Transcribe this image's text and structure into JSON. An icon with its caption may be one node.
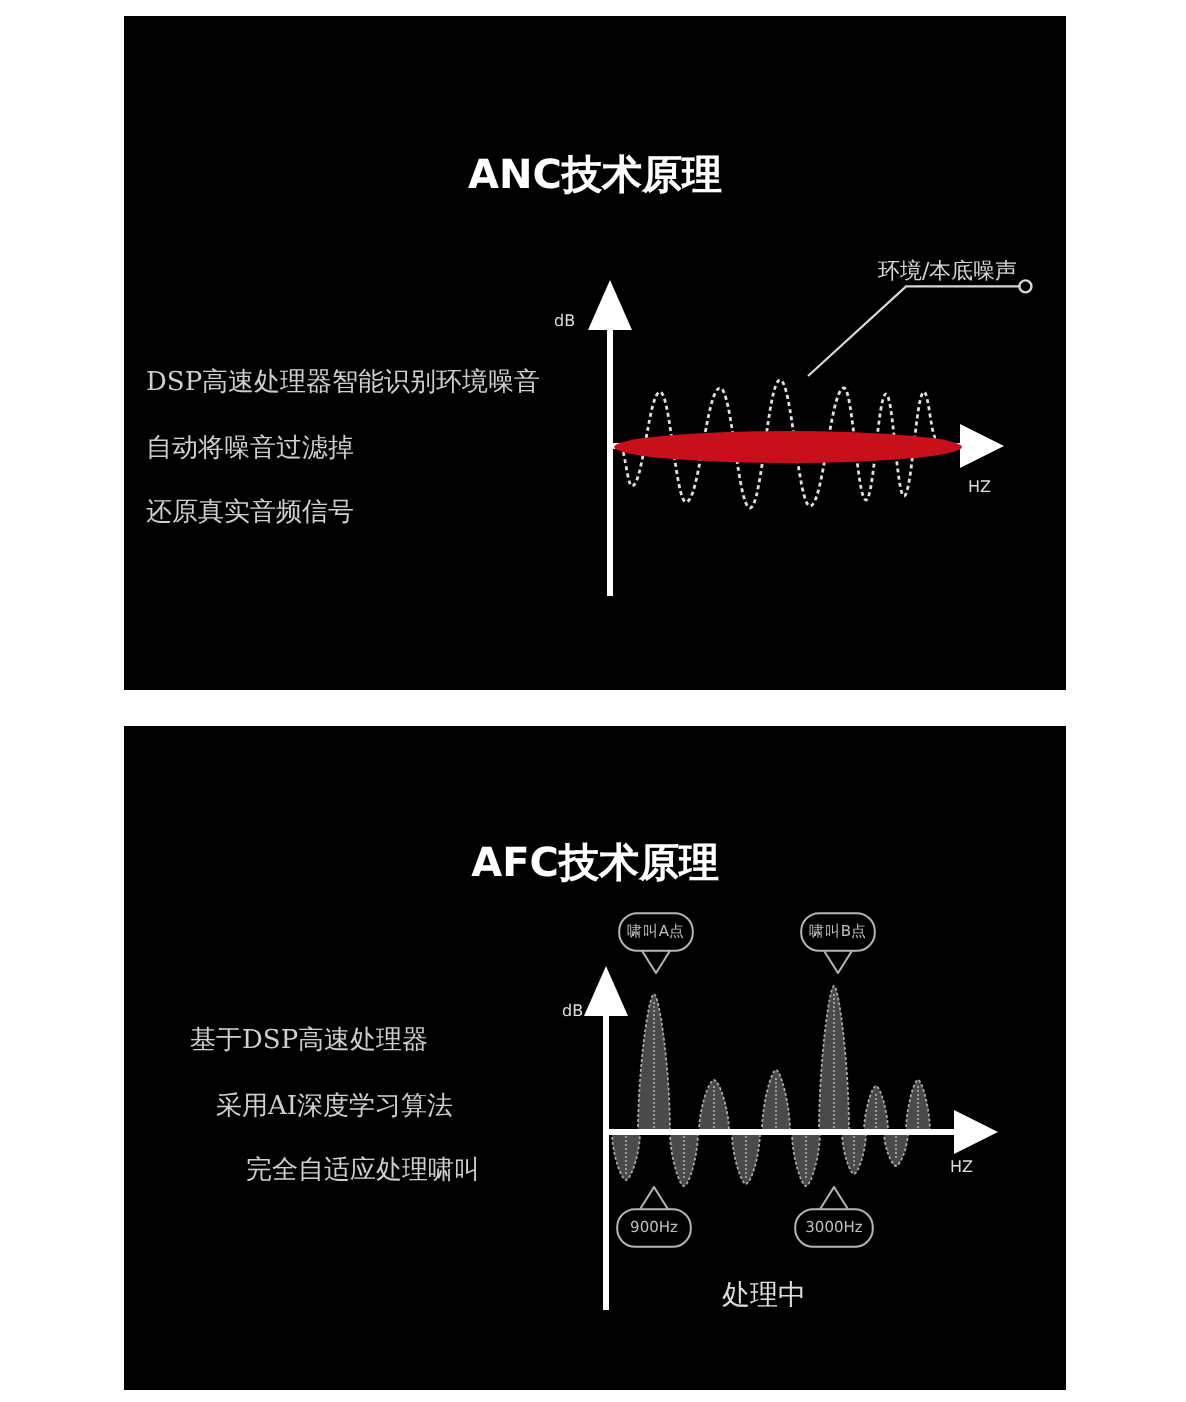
{
  "diagram": {
    "nodes": [
      {
        "text": [
          "ANC技术原理"
        ]
      },
      {
        "text": [
          "环境/本底噪声"
        ],
        "in": 0
      },
      {
        "text": [],
        "shape": "wave",
        "in": 0
      },
      {
        "text": [
          "AFC技术原理"
        ]
      },
      {
        "text": [
          "啸叫A点"
        ],
        "in": 3
      },
      {
        "text": [
          "啸叫B点"
        ],
        "in": 3
      },
      {
        "text": [
          "900Hz"
        ],
        "in": 3
      },
      {
        "text": [
          "3000Hz"
        ],
        "in": 3
      }
    ],
    "edges": [
      {
        "from": 1,
        "to": 2,
        "arrow": "other"
      }
    ],
    "labels": [
      "dB",
      "DSP高速处理器智能识别环境噪音",
      "自动将噪音过滤掉",
      "HZ",
      "还原真实音频信号",
      "dB",
      "基于DSP高速处理器",
      "采用AI深度学习算法",
      "HZ",
      "完全自适应处理啸叫",
      "处理中"
    ]
  }
}
